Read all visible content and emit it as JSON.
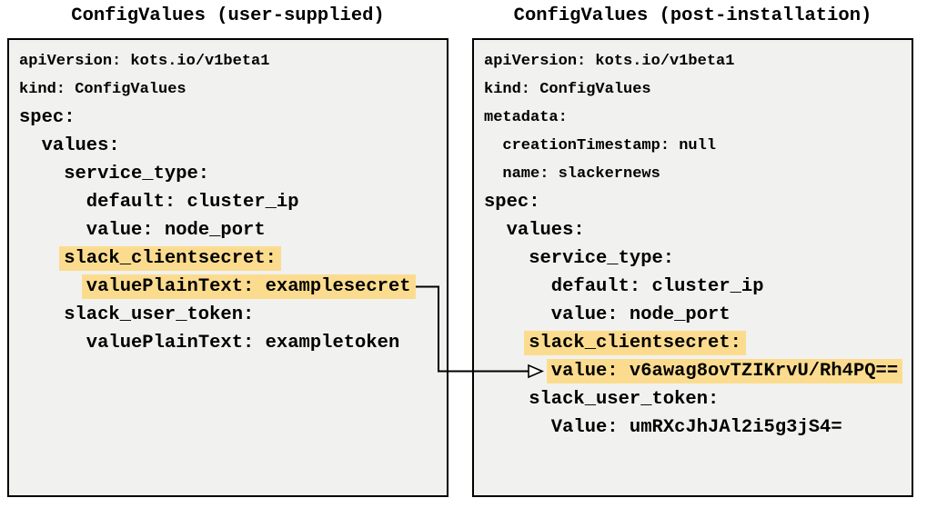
{
  "diagram": {
    "colors": {
      "highlight": "#FBDC8F",
      "panel_bg": "#F1F1EF",
      "border": "#000000",
      "arrow": "#000000"
    },
    "left_panel": {
      "title": "ConfigValues (user-supplied)",
      "lines": [
        {
          "text": "apiVersion: kots.io/v1beta1",
          "indent": 0,
          "size": "sm",
          "highlight": false
        },
        {
          "text": "kind: ConfigValues",
          "indent": 0,
          "size": "sm",
          "highlight": false
        },
        {
          "text": "spec:",
          "indent": 0,
          "size": "lg",
          "highlight": false
        },
        {
          "text": "values:",
          "indent": 2,
          "size": "lg",
          "highlight": false
        },
        {
          "text": "service_type:",
          "indent": 4,
          "size": "lg",
          "highlight": false
        },
        {
          "text": "default: cluster_ip",
          "indent": 6,
          "size": "lg",
          "highlight": false
        },
        {
          "text": "value: node_port",
          "indent": 6,
          "size": "lg",
          "highlight": false
        },
        {
          "text": "slack_clientsecret:",
          "indent": 4,
          "size": "lg",
          "highlight": true
        },
        {
          "text": "valuePlainText: examplesecret",
          "indent": 6,
          "size": "lg",
          "highlight": true
        },
        {
          "text": "slack_user_token:",
          "indent": 4,
          "size": "lg",
          "highlight": false
        },
        {
          "text": "valuePlainText: exampletoken",
          "indent": 6,
          "size": "lg",
          "highlight": false
        }
      ]
    },
    "right_panel": {
      "title": "ConfigValues (post-installation)",
      "lines": [
        {
          "text": "apiVersion: kots.io/v1beta1",
          "indent": 0,
          "size": "sm",
          "highlight": false
        },
        {
          "text": "kind: ConfigValues",
          "indent": 0,
          "size": "sm",
          "highlight": false
        },
        {
          "text": "metadata:",
          "indent": 0,
          "size": "sm",
          "highlight": false
        },
        {
          "text": "creationTimestamp: null",
          "indent": 2,
          "size": "sm",
          "highlight": false
        },
        {
          "text": "name: slackernews",
          "indent": 2,
          "size": "sm",
          "highlight": false
        },
        {
          "text": "spec:",
          "indent": 0,
          "size": "lg",
          "highlight": false
        },
        {
          "text": "values:",
          "indent": 2,
          "size": "lg",
          "highlight": false
        },
        {
          "text": "service_type:",
          "indent": 4,
          "size": "lg",
          "highlight": false
        },
        {
          "text": "default: cluster_ip",
          "indent": 6,
          "size": "lg",
          "highlight": false
        },
        {
          "text": "value: node_port",
          "indent": 6,
          "size": "lg",
          "highlight": false
        },
        {
          "text": "slack_clientsecret:",
          "indent": 4,
          "size": "lg",
          "highlight": true
        },
        {
          "text": "value: v6awag8ovTZIKrvU/Rh4PQ==",
          "indent": 6,
          "size": "lg",
          "highlight": true
        },
        {
          "text": "slack_user_token:",
          "indent": 4,
          "size": "lg",
          "highlight": false
        },
        {
          "text": "Value: umRXcJhJAl2i5g3jS4=",
          "indent": 6,
          "size": "lg",
          "highlight": false
        }
      ]
    },
    "arrow": {
      "from_text": "valuePlainText: examplesecret",
      "to_text": "value: v6awag8ovTZIKrvU/Rh4PQ=="
    }
  }
}
